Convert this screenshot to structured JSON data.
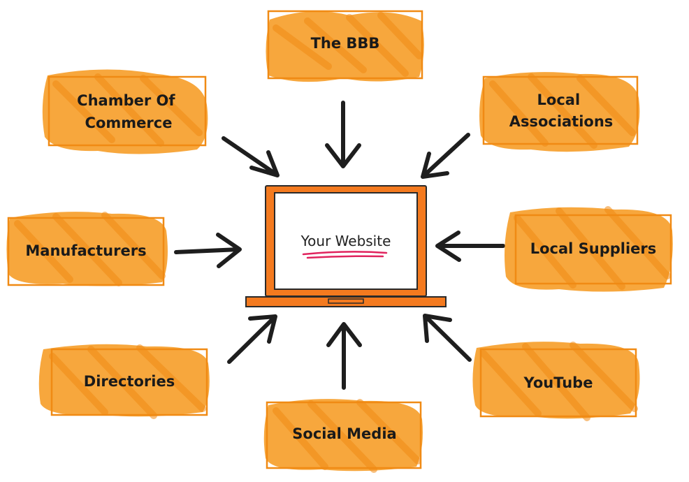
{
  "colors": {
    "box_fill": "#f7a233",
    "box_border": "#f08a14",
    "laptop": "#f47a1f",
    "laptop_outline": "#2a2a2a",
    "screen": "#ffffff",
    "underline": "#e0245e",
    "arrow": "#1e1e1e"
  },
  "center": {
    "label": "Your Website",
    "icon": "laptop-icon"
  },
  "sources": [
    {
      "key": "bbb",
      "lines": [
        "The BBB"
      ]
    },
    {
      "key": "chamber",
      "lines": [
        "Chamber Of",
        "Commerce"
      ]
    },
    {
      "key": "local-associations",
      "lines": [
        "Local",
        "Associations"
      ]
    },
    {
      "key": "manufacturers",
      "lines": [
        "Manufacturers"
      ]
    },
    {
      "key": "local-suppliers",
      "lines": [
        "Local Suppliers"
      ]
    },
    {
      "key": "directories",
      "lines": [
        "Directories"
      ]
    },
    {
      "key": "social-media",
      "lines": [
        "Social Media"
      ]
    },
    {
      "key": "youtube",
      "lines": [
        "YouTube"
      ]
    }
  ]
}
